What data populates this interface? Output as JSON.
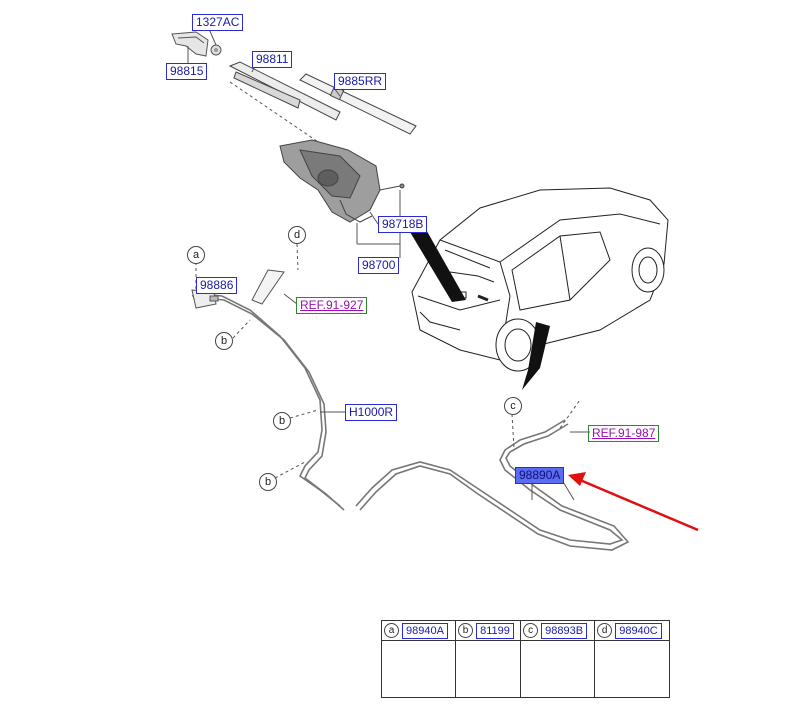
{
  "parts": {
    "p1327ac": "1327AC",
    "p98815": "98815",
    "p98811": "98811",
    "p9885rr": "9885RR",
    "p98718b": "98718B",
    "p98700": "98700",
    "p98886": "98886",
    "h1000r": "H1000R",
    "p98890a": "98890A"
  },
  "refs": {
    "ref91927": "REF.91-927",
    "ref91987": "REF.91-987"
  },
  "callouts": {
    "a": "a",
    "b1": "b",
    "b2": "b",
    "b3": "b",
    "c": "c",
    "d": "d"
  },
  "legend": [
    {
      "letter": "a",
      "part": "98940A"
    },
    {
      "letter": "b",
      "part": "81199"
    },
    {
      "letter": "c",
      "part": "98893B"
    },
    {
      "letter": "d",
      "part": "98940C"
    }
  ],
  "colors": {
    "label_border": "#2a2ad6",
    "label_text": "#1a1aa8",
    "highlight_fill": "#5a6cf0",
    "ref_text": "#9a10b0",
    "ref_border": "#2a8a2a",
    "arrow": "#e01010",
    "line": "#555555"
  }
}
